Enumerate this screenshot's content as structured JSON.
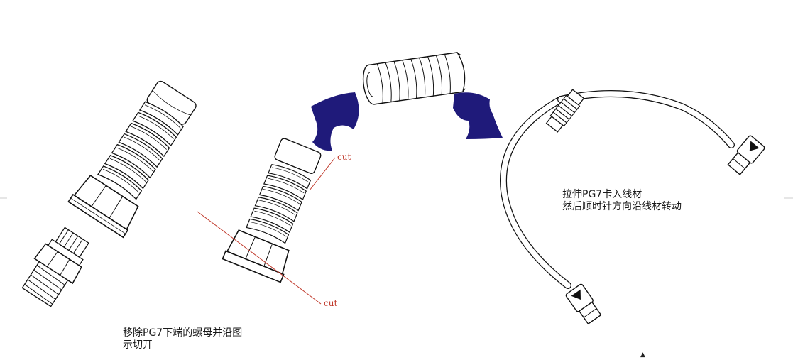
{
  "step1": {
    "note_line1": "移除PG7下端的螺母并沿图",
    "note_line2": "示切开"
  },
  "step2": {
    "cut_label_top": "cut",
    "cut_label_bottom": "cut"
  },
  "step3": {
    "note_line1": "拉伸PG7卡入线材",
    "note_line2": "然后顺时针方向沿线材转动"
  },
  "colors": {
    "arrow": "#1f1a7a",
    "cut_line": "#c0392b",
    "outline": "#111111"
  },
  "corner_mark": "▲"
}
